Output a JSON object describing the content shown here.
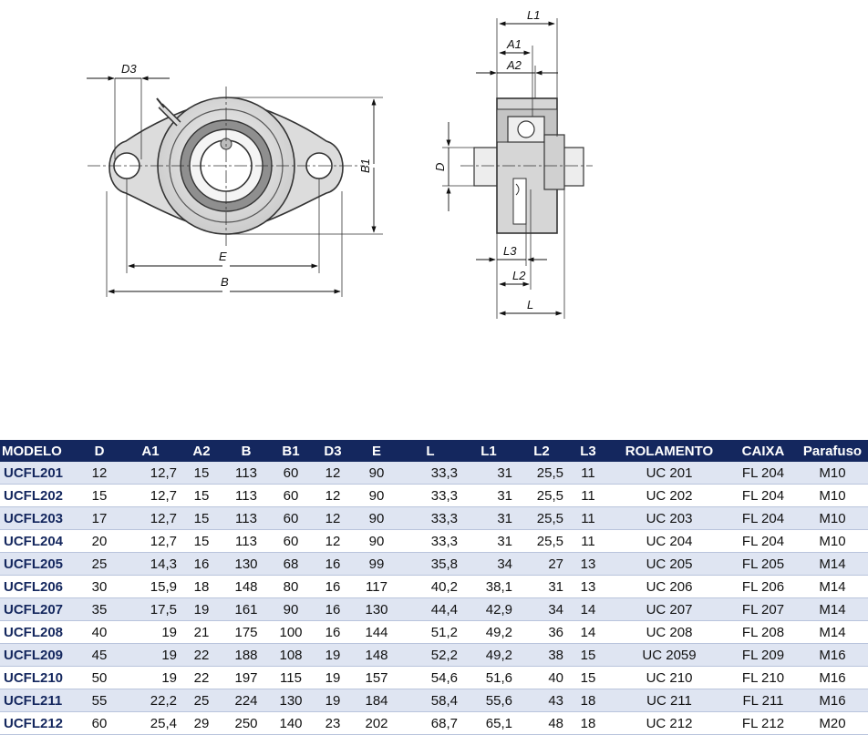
{
  "drawing": {
    "front_view_labels": {
      "d3": "D3",
      "b1": "B1",
      "e": "E",
      "b": "B"
    },
    "side_view_labels": {
      "l1": "L1",
      "a1": "A1",
      "a2": "A2",
      "d": "D",
      "l3": "L3",
      "l2": "L2",
      "l": "L"
    }
  },
  "table": {
    "columns": [
      "MODELO",
      "D",
      "A1",
      "A2",
      "B",
      "B1",
      "D3",
      "E",
      "L",
      "L1",
      "L2",
      "L3",
      "ROLAMENTO",
      "CAIXA",
      "Parafuso"
    ],
    "rows": [
      [
        "UCFL201",
        "12",
        "12,7",
        "15",
        "113",
        "60",
        "12",
        "90",
        "33,3",
        "31",
        "25,5",
        "11",
        "UC 201",
        "FL 204",
        "M10"
      ],
      [
        "UCFL202",
        "15",
        "12,7",
        "15",
        "113",
        "60",
        "12",
        "90",
        "33,3",
        "31",
        "25,5",
        "11",
        "UC 202",
        "FL 204",
        "M10"
      ],
      [
        "UCFL203",
        "17",
        "12,7",
        "15",
        "113",
        "60",
        "12",
        "90",
        "33,3",
        "31",
        "25,5",
        "11",
        "UC 203",
        "FL 204",
        "M10"
      ],
      [
        "UCFL204",
        "20",
        "12,7",
        "15",
        "113",
        "60",
        "12",
        "90",
        "33,3",
        "31",
        "25,5",
        "11",
        "UC 204",
        "FL 204",
        "M10"
      ],
      [
        "UCFL205",
        "25",
        "14,3",
        "16",
        "130",
        "68",
        "16",
        "99",
        "35,8",
        "34",
        "27",
        "13",
        "UC 205",
        "FL 205",
        "M14"
      ],
      [
        "UCFL206",
        "30",
        "15,9",
        "18",
        "148",
        "80",
        "16",
        "117",
        "40,2",
        "38,1",
        "31",
        "13",
        "UC 206",
        "FL 206",
        "M14"
      ],
      [
        "UCFL207",
        "35",
        "17,5",
        "19",
        "161",
        "90",
        "16",
        "130",
        "44,4",
        "42,9",
        "34",
        "14",
        "UC 207",
        "FL 207",
        "M14"
      ],
      [
        "UCFL208",
        "40",
        "19",
        "21",
        "175",
        "100",
        "16",
        "144",
        "51,2",
        "49,2",
        "36",
        "14",
        "UC 208",
        "FL 208",
        "M14"
      ],
      [
        "UCFL209",
        "45",
        "19",
        "22",
        "188",
        "108",
        "19",
        "148",
        "52,2",
        "49,2",
        "38",
        "15",
        "UC 2059",
        "FL 209",
        "M16"
      ],
      [
        "UCFL210",
        "50",
        "19",
        "22",
        "197",
        "115",
        "19",
        "157",
        "54,6",
        "51,6",
        "40",
        "15",
        "UC 210",
        "FL 210",
        "M16"
      ],
      [
        "UCFL211",
        "55",
        "22,2",
        "25",
        "224",
        "130",
        "19",
        "184",
        "58,4",
        "55,6",
        "43",
        "18",
        "UC 211",
        "FL 211",
        "M16"
      ],
      [
        "UCFL212",
        "60",
        "25,4",
        "29",
        "250",
        "140",
        "23",
        "202",
        "68,7",
        "65,1",
        "48",
        "18",
        "UC 212",
        "FL 212",
        "M20"
      ]
    ]
  },
  "colors": {
    "header_bg": "#14275e",
    "header_text": "#ffffff",
    "model_text": "#14275e",
    "stripe": "#dfe5f2"
  }
}
